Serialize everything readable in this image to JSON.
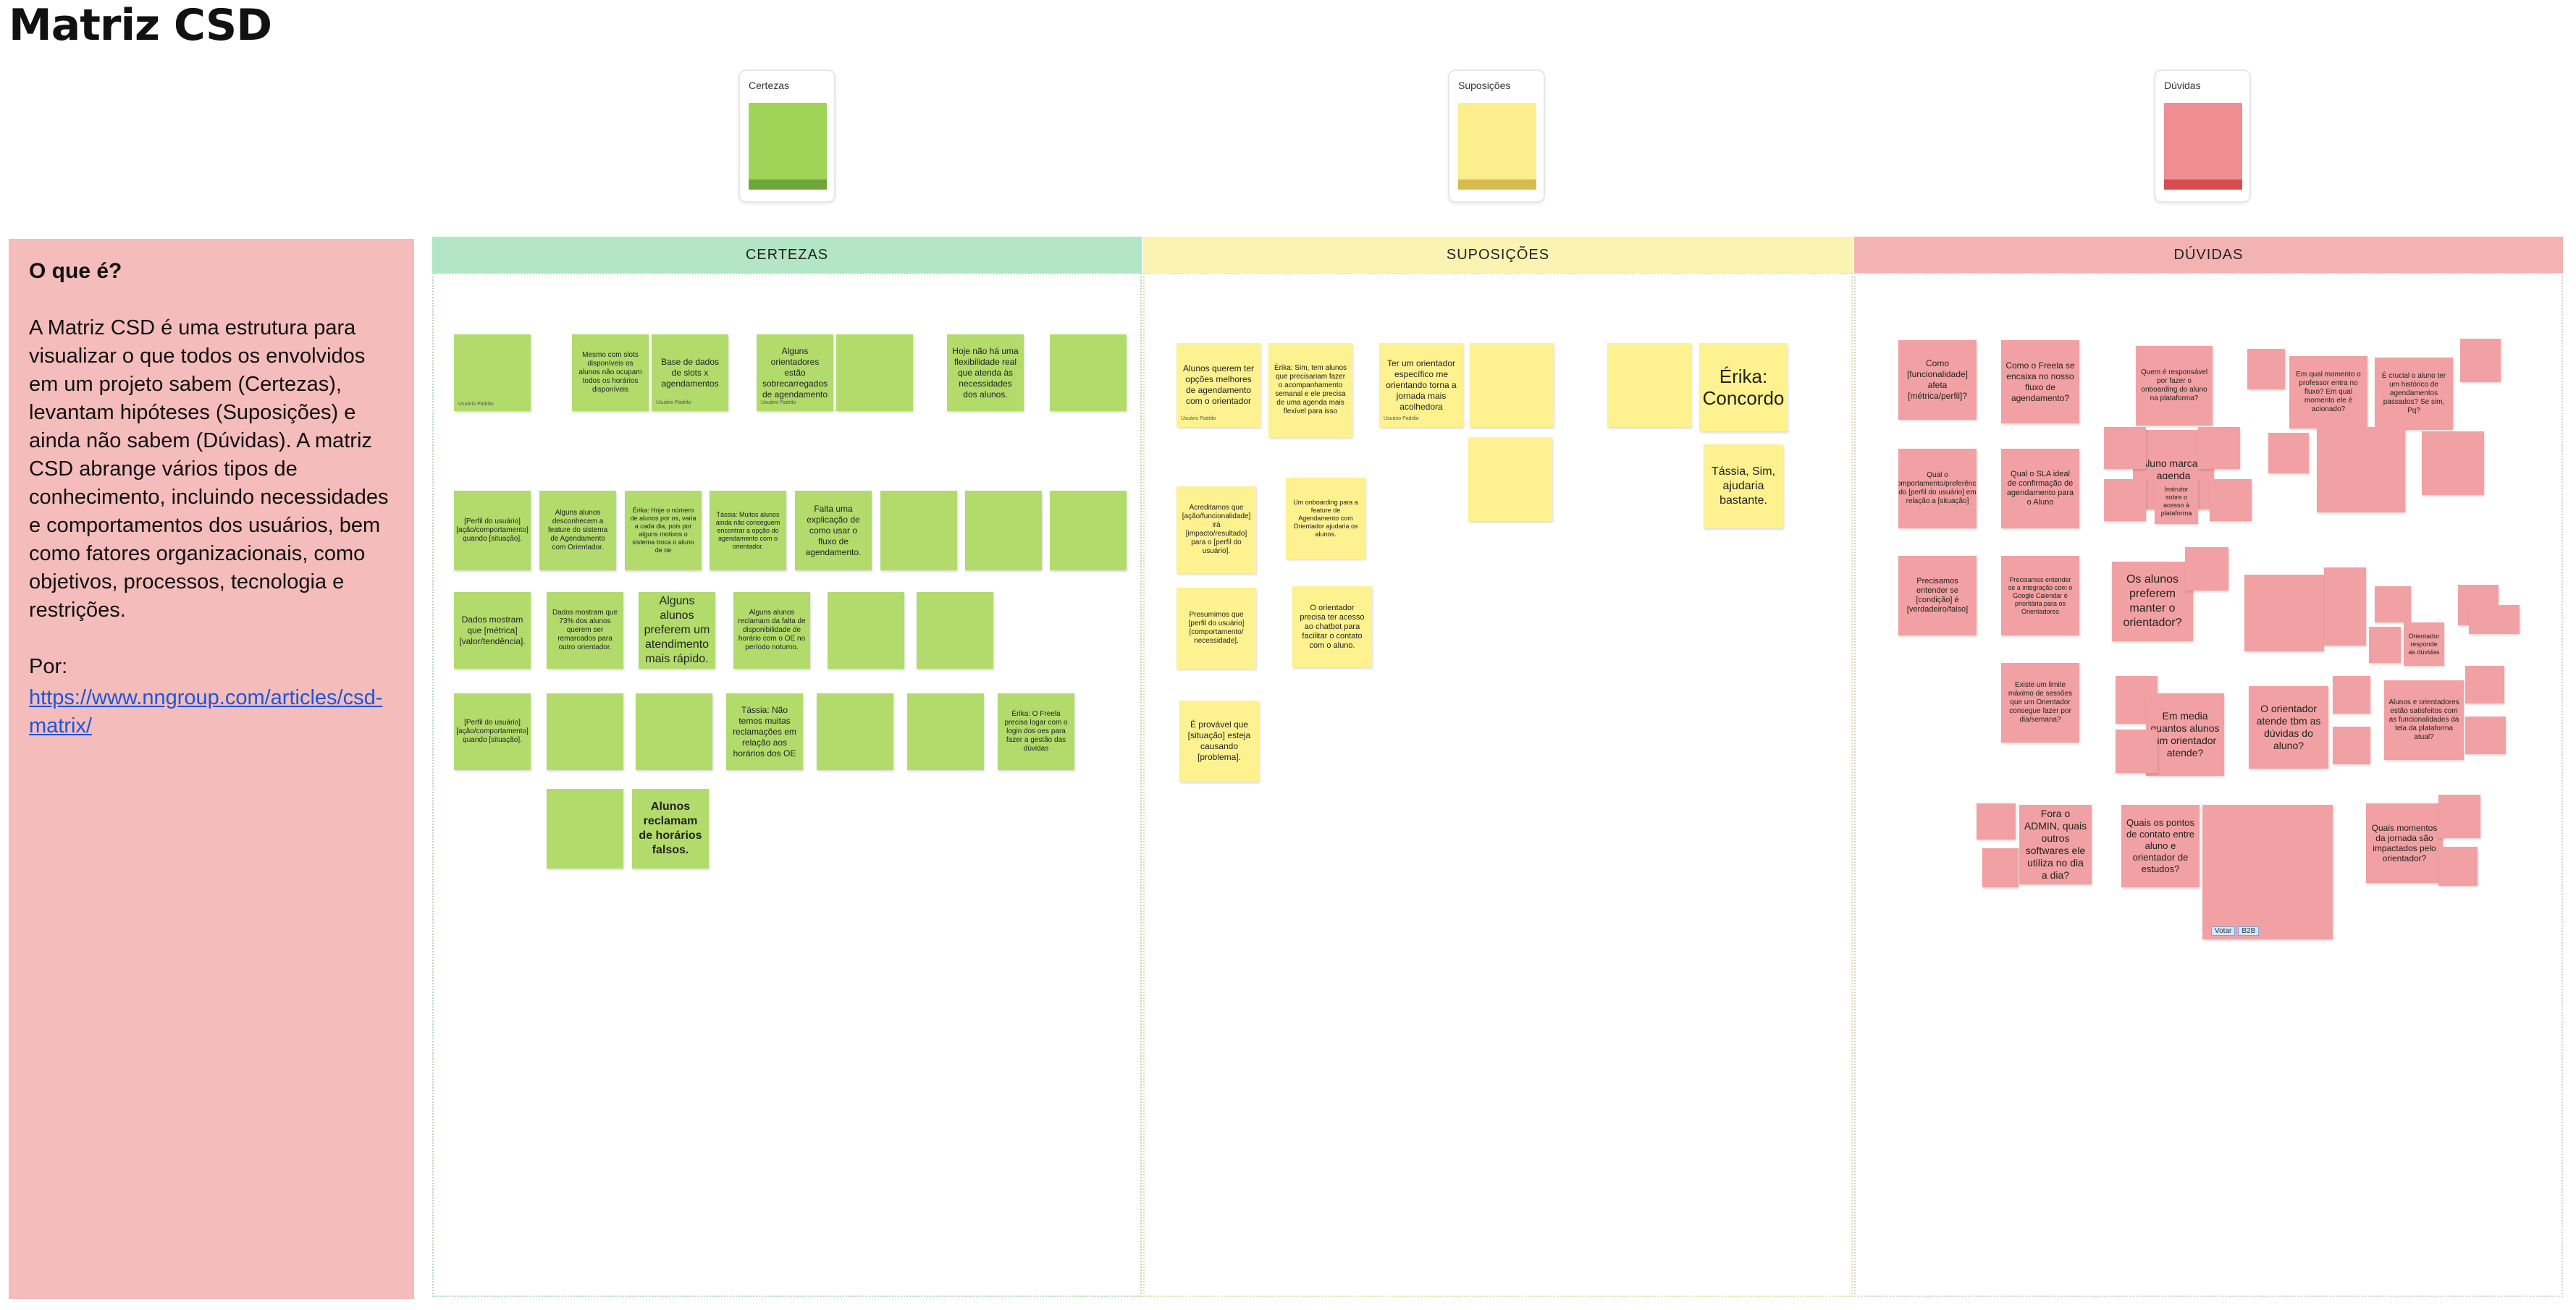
{
  "title": "Matriz CSD",
  "legend": [
    {
      "label": "Certezas",
      "color": "#9fd459"
    },
    {
      "label": "Suposições",
      "color": "#fcee8d"
    },
    {
      "label": "Dúvidas",
      "color": "#ef8e92"
    }
  ],
  "info": {
    "heading": "O que é?",
    "body": "A Matriz CSD é uma estrutura para visualizar o que todos os envolvidos em um projeto sabem (Certezas), levantam hipóteses (Suposições) e ainda não sabem (Dúvidas). A matriz CSD abrange vários tipos de conhecimento, incluindo necessidades e comportamentos dos usuários, bem como fatores organizacionais, como objetivos, processos, tecnologia e restrições.",
    "por_label": "Por:",
    "link": "https://www.nngroup.com/articles/csd-matrix/"
  },
  "columns": [
    {
      "label": "CERTEZAS",
      "header_color": "#b3e6c4"
    },
    {
      "label": "SUPOSIÇÕES",
      "header_color": "#fbf3b1"
    },
    {
      "label": "DÚVIDAS",
      "header_color": "#f3b3b3"
    }
  ],
  "certezas": [
    "Mesmo com slots disponíveis os alunos não ocupam todos os horários disponíveis",
    "Base de dados de slots x agendamentos",
    "Alguns orientadores estão sobrecarregados de agendamento",
    "Hoje não há uma flexibilidade real que atenda às necessidades dos alunos.",
    "[Perfil do usuário] [ação/comportamento] quando [situação].",
    "Alguns alunos desconhecem a feature do sistema de Agendamento com Orientador.",
    "Érika: Hoje o número de alunos por os, varia a cada dia, pois por alguns motivos o sistema troca o aluno de oe",
    "Tássia: Muitos alunos ainda não conseguem encontrar a opção do agendamento com o orientador.",
    "Falta uma explicação de como usar o fluxo de agendamento.",
    "Dados mostram que [métrica] [valor/tendência].",
    "Dados mostram que 73% dos alunos querem ser remarcados para outro orientador.",
    "Alguns alunos preferem um atendimento mais rápido.",
    "Alguns alunos reclamam da falta de disponibilidade de horário com o OE no período noturno.",
    "[Perfil do usuário] [ação/comportamento] quando [situação].",
    "Tássia: Não temos muitas reclamações em relação aos horários dos OE",
    "Érika: O Freela precisa logar com o login dos oes para fazer a gestão das dúvidas",
    "Alunos reclamam de horários falsos."
  ],
  "suposicoes": [
    "Alunos querem ter opções melhores de agendamento com o orientador",
    "Érika: Sim, tem alunos que precisariam fazer o acompanhamento semanal e ele precisa de uma agenda mais flexível para isso",
    "Ter um orientador específico me orientando torna a jornada mais acolhedora",
    "Érika: Concordo",
    "Tássia, Sim, ajudaria bastante.",
    "Acreditamos que [ação/funcionalidade] irá [impacto/resultado] para o [perfil do usuário].",
    "Um onboarding para a feature de Agendamento com Orientador ajudaria os alunos.",
    "Presumimos que [perfil do usuário] [comportamento/ necessidade].",
    "O orientador precisa ter acesso ao chatbot para facilitar o contato com o aluno.",
    "É provável que [situação] esteja causando [problema]."
  ],
  "duvidas": [
    "Como [funcionalidade] afeta [métrica/perfil]?",
    "Como o Freela se encaixa no nosso fluxo de agendamento?",
    "Quem é responsável por fazer o onboarding do aluno na plataforma?",
    "Em qual momento o professor entra no fluxo? Em qual momento ele é acionado?",
    "É crucial o aluno ter um histórico de agendamentos passados? Se sim, Pq?",
    "Aluno marca a agenda",
    "Qual o [comportamento/preferência] do [perfil do usuário] em relação a [situação]",
    "Qual o SLA ideal de confirmação de agendamento para o Aluno",
    "Instrutor sobre o acesso à plataforma",
    "Precisamos entender se [condição] é [verdadeiro/falso]",
    "Precisamos entender se a integração com o Google Calendar é prioritária para os Orientadores",
    "Os alunos preferem manter o orientador?",
    "Orientador responde as dúvidas",
    "Existe um limite máximo de sessões que um Orientador consegue fazer por dia/semana?",
    "Em media quantos alunos um orientador atende?",
    "O orientador atende tbm as dúvidas do aluno?",
    "Alunos e orientadores estão satisfeitos com as funcionalidades da tela da plataforma atual?",
    "Fora o ADMIN, quais outros softwares ele utiliza no dia a dia?",
    "Quais os pontos de contato entre aluno e orientador de estudos?",
    "Quais momentos da jornada são impactados pelo orientador?",
    "Votar"
  ],
  "vote_badge": "B2B",
  "note_author": "Usuário Padrão"
}
